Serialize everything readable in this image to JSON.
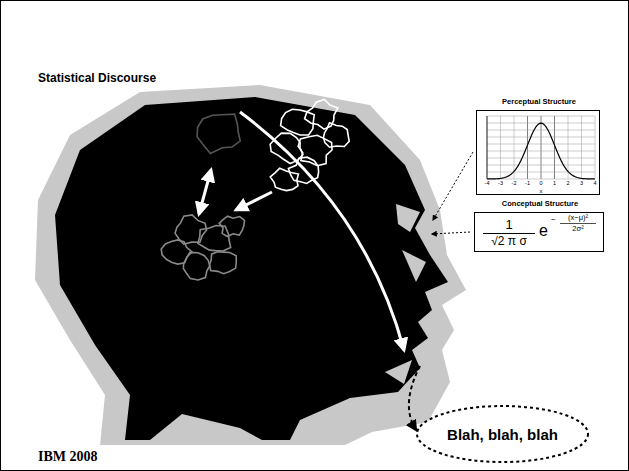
{
  "diagram": {
    "title": "Statistical Discourse",
    "nodes": [
      {
        "text": [
          "Perceptual Structure",
          "-4",
          "-3",
          "-2",
          "-1",
          "0",
          "1",
          "2",
          "3",
          "4",
          "x"
        ]
      },
      {
        "text": [
          "Conceptual Structure",
          "1",
          "√2 π σ",
          "e",
          "−",
          "(x−μ)²",
          "2σ²"
        ]
      },
      {
        "text": [
          "Blah, blah, blah"
        ]
      }
    ],
    "labels": [
      "IBM 2008"
    ]
  }
}
